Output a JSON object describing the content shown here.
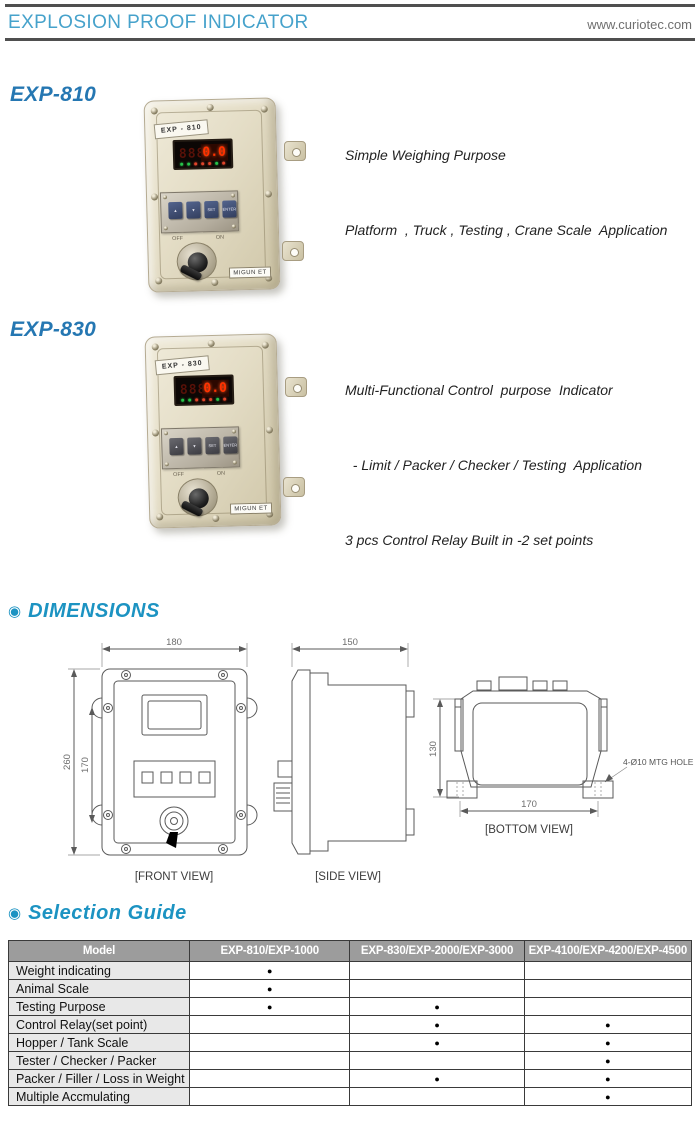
{
  "header": {
    "title": "EXPLOSION PROOF  INDICATOR",
    "website": "www.curiotec.com"
  },
  "products": [
    {
      "model": "EXP-810",
      "device_label": "EXP - 810",
      "display_dim": "888",
      "display_red": "0.0",
      "switch_off": "OFF",
      "switch_on": "ON",
      "keypad": [
        "▲",
        "▼",
        "SET",
        "ENTER"
      ],
      "brand_label": "MIGUN ET",
      "description": [
        "Simple Weighing Purpose",
        "Platform  , Truck , Testing , Crane Scale  Application"
      ]
    },
    {
      "model": "EXP-830",
      "device_label": "EXP - 830",
      "display_dim": "888",
      "display_red": "0.0",
      "switch_off": "OFF",
      "switch_on": "ON",
      "keypad": [
        "▲",
        "▼",
        "SET",
        "ENTER"
      ],
      "brand_label": "MIGUN ET",
      "description": [
        "Multi-Functional Control  purpose  Indicator",
        "  - Limit / Packer / Checker / Testing  Application",
        "3 pcs Control Relay Built in -2 set points"
      ]
    }
  ],
  "dimensions": {
    "bullet": "◉",
    "heading": "DIMENSIONS",
    "front_view": {
      "width": "180",
      "height": "260",
      "inner_height": "170",
      "label": "[FRONT VIEW]"
    },
    "side_view": {
      "depth": "150",
      "label": "[SIDE VIEW]"
    },
    "bottom_view": {
      "height": "130",
      "width": "170",
      "hole_note": "4-Ø10 MTG HOLE",
      "label": "[BOTTOM VIEW]"
    }
  },
  "selection_guide": {
    "bullet": "◉",
    "heading": "Selection  Guide",
    "columns": [
      "Model",
      "EXP-810/EXP-1000",
      "EXP-830/EXP-2000/EXP-3000",
      "EXP-4100/EXP-4200/EXP-4500"
    ],
    "rows": [
      {
        "label": "Weight indicating",
        "marks": [
          "●",
          "",
          ""
        ]
      },
      {
        "label": "Animal Scale",
        "marks": [
          "●",
          "",
          ""
        ]
      },
      {
        "label": "Testing Purpose",
        "marks": [
          "●",
          "●",
          ""
        ]
      },
      {
        "label": "Control Relay(set point)",
        "marks": [
          "",
          "●",
          "●"
        ]
      },
      {
        "label": "Hopper / Tank Scale",
        "marks": [
          "",
          "●",
          "●"
        ]
      },
      {
        "label": "Tester / Checker / Packer",
        "marks": [
          "",
          "",
          "●"
        ]
      },
      {
        "label": "Packer / Filler / Loss in Weight",
        "marks": [
          "",
          "●",
          "●"
        ]
      },
      {
        "label": "Multiple Accmulating",
        "marks": [
          "",
          "",
          "●"
        ]
      }
    ]
  },
  "colors": {
    "accent_blue": "#1c93c2",
    "title_blue": "#2577b2",
    "header_blue": "#46a2cb",
    "table_header_bg": "#9c9c9c",
    "row_label_bg": "#e8e8e8",
    "device_body": "#e4ddc6",
    "display_red": "#ff3200"
  }
}
